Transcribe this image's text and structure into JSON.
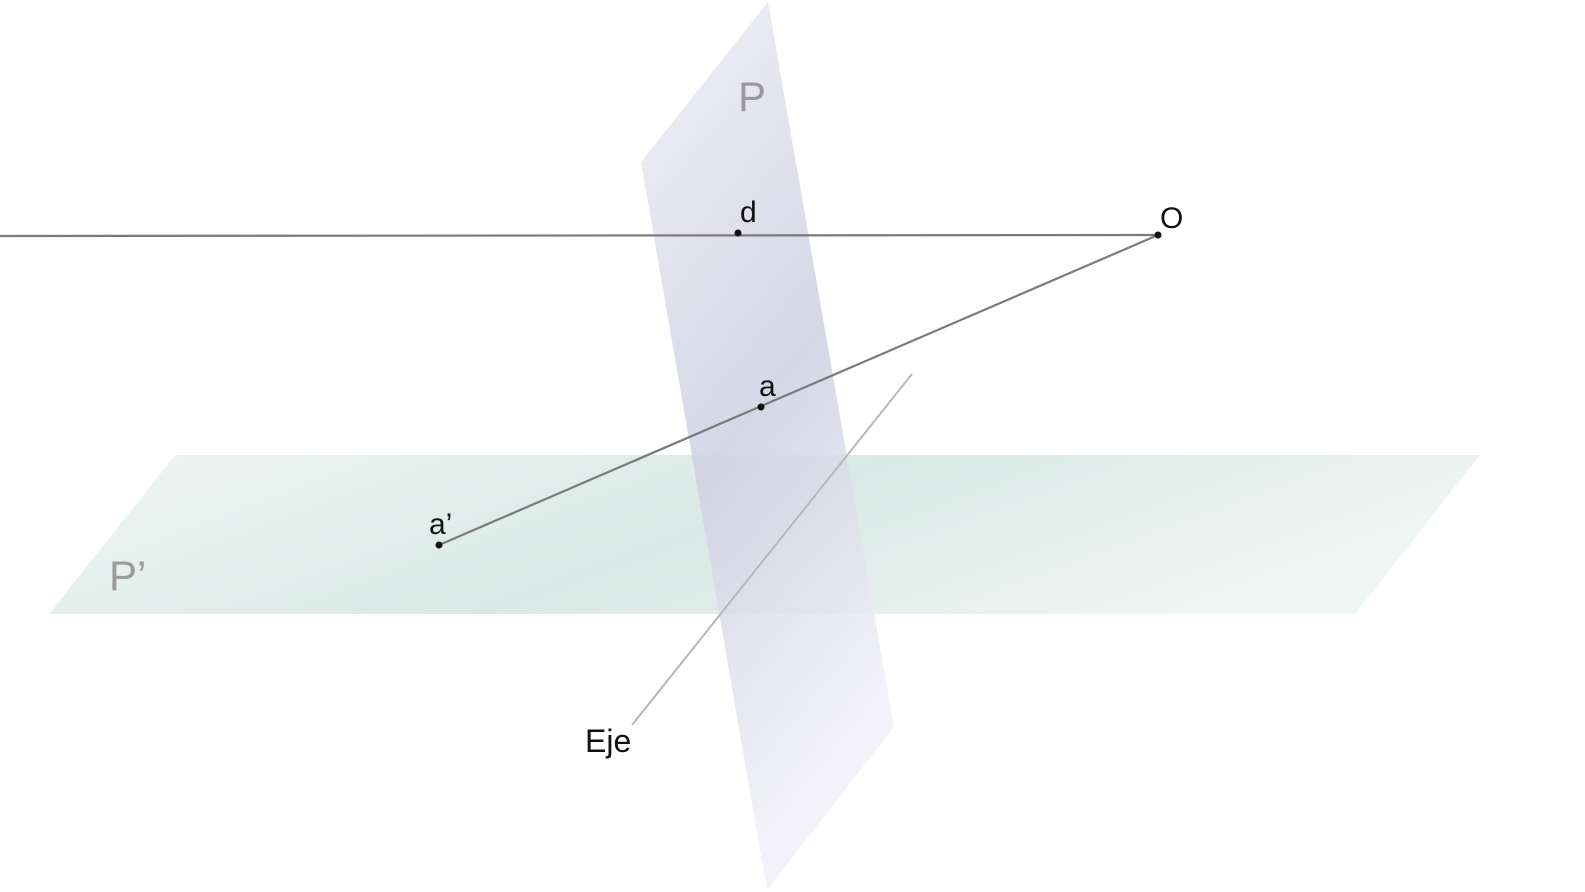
{
  "planes": {
    "vertical_label": "P",
    "horizontal_label": "P’"
  },
  "points": {
    "d": "d",
    "O": "O",
    "a": "a",
    "a_prime": "a’"
  },
  "axis": {
    "label": "Eje"
  },
  "colors": {
    "plane_p": "#d9dae9",
    "plane_p_prime": "#dbe9e6",
    "line_dark": "#7a7a7a",
    "axis_line": "#b8b8b8",
    "plane_label": "#9a9a9c",
    "text": "#111111"
  }
}
